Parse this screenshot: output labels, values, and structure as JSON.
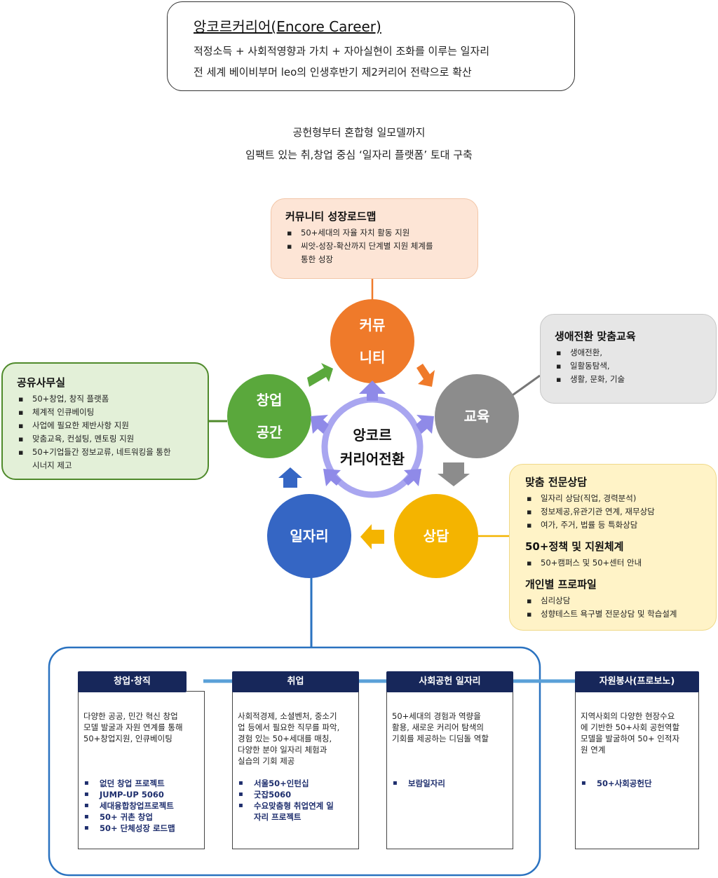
{
  "header": {
    "title": "앙코르커리어(Encore Career)",
    "line1": "적정소득 + 사회적영향과 가치 + 자아실현이 조화를 이루는 일자리",
    "line2": "전 세계 베이비부머 leo의 인생후반기 제2커리어 전략으로 확산"
  },
  "subtitle": {
    "line1": "공헌형부터 혼합형 일모델까지",
    "line2": "임팩트 있는 취,창업 중심 ‘일자리 플랫폼’ 토대 구축"
  },
  "hub": {
    "line1": "앙코르",
    "line2": "커리어전환"
  },
  "circles": {
    "community": {
      "line1": "커뮤",
      "line2": "니티",
      "color": "#ef7a2a"
    },
    "education": {
      "label": "교육",
      "color": "#8c8c8c"
    },
    "counseling": {
      "label": "상담",
      "color": "#f4b400"
    },
    "jobs": {
      "label": "일자리",
      "color": "#3566c4"
    },
    "startup_space": {
      "line1": "창업",
      "line2": "공간",
      "color": "#5aa83c"
    }
  },
  "panels": {
    "community": {
      "title": "커뮤니티 성장로드맵",
      "items": [
        "50+세대의 자율 자치 활동 지원",
        "씨앗-성장-확산까지 단계별 지원 체계를",
        "통한 성장"
      ]
    },
    "education": {
      "title": "생애전환 맞춤교육",
      "items": [
        "생애전환,",
        "일활동탐색,",
        "생활, 문화, 기술"
      ]
    },
    "shared_office": {
      "title": "공유사무실",
      "items": [
        "50+창업, 창직 플랫폼",
        "체계적 인큐베이팅",
        "사업에 필요한 제반사항 지원",
        "맞춤교육, 컨설팅, 멘토링 지원",
        "50+기업들간 정보교류, 네트워킹을 통한",
        "시너지 제고"
      ]
    },
    "counseling": {
      "sections": [
        {
          "title": "맞춤 전문상담",
          "items": [
            "일자리 상담(직업, 경력분석)",
            "정보제공,유관기관 연계, 재무상담",
            "여가, 주거, 법률 등 특화상담"
          ]
        },
        {
          "title": "50+정책 및 지원체계",
          "items": [
            "50+캠퍼스 및 50+센터 안내"
          ]
        },
        {
          "title": "개인별 프로파일",
          "items": [
            "심리상담",
            "성향테스트 욕구별 전문상담 및 학습설계"
          ]
        }
      ]
    }
  },
  "columns": [
    {
      "header": "창업·창직",
      "desc": [
        "다양한 공공, 민간 혁신 창업",
        "모델 발굴과 자원 연계를 통해",
        "50+창업지원, 인큐베이팅"
      ],
      "items": [
        "없던 창업 프로젝트",
        "JUMP-UP 5060",
        "세대융합창업프로젝트",
        "50+ 귀촌 창업",
        "50+ 단체성장 로드맵"
      ]
    },
    {
      "header": "취업",
      "desc": [
        "사회적경제, 소셜벤처, 중소기",
        "업 등에서 필요한 직무를 파악,",
        "경험 있는 50+세대를 매칭,",
        "다양한 분야 일자리 체험과",
        "실습의 기회 제공"
      ],
      "items": [
        "서울50+인턴십",
        "굿잡5060",
        "수요맞춤형 취업연계 일",
        "자리 프로젝트"
      ]
    },
    {
      "header": "사회공헌 일자리",
      "desc": [
        "50+세대의 경험과 역량을",
        "활용, 새로운 커리어 탐색의",
        "기회를 제공하는 디딤돌 역할"
      ],
      "items": [
        "보람일자리"
      ]
    },
    {
      "header": "자원봉사(프로보노)",
      "desc": [
        "지역사회의 다양한 현장수요",
        "에 기반한 50+사회 공헌역할",
        "모델을 발굴하여 50+ 인적자",
        "원 연계"
      ],
      "items": [
        "50+사회공헌단"
      ]
    }
  ],
  "colors": {
    "hub_ring": "#a9a6f0",
    "hub_arrow": "#8f8ae8",
    "community_panel_bg": "#fde5d6",
    "education_panel_bg": "#e6e6e6",
    "shared_office_panel_bg": "#e3f0d8",
    "shared_office_border": "#4f8a2b",
    "counseling_panel_bg": "#fff3c7",
    "bottom_frame": "#2a72c0",
    "column_header_bg": "#17275a"
  }
}
